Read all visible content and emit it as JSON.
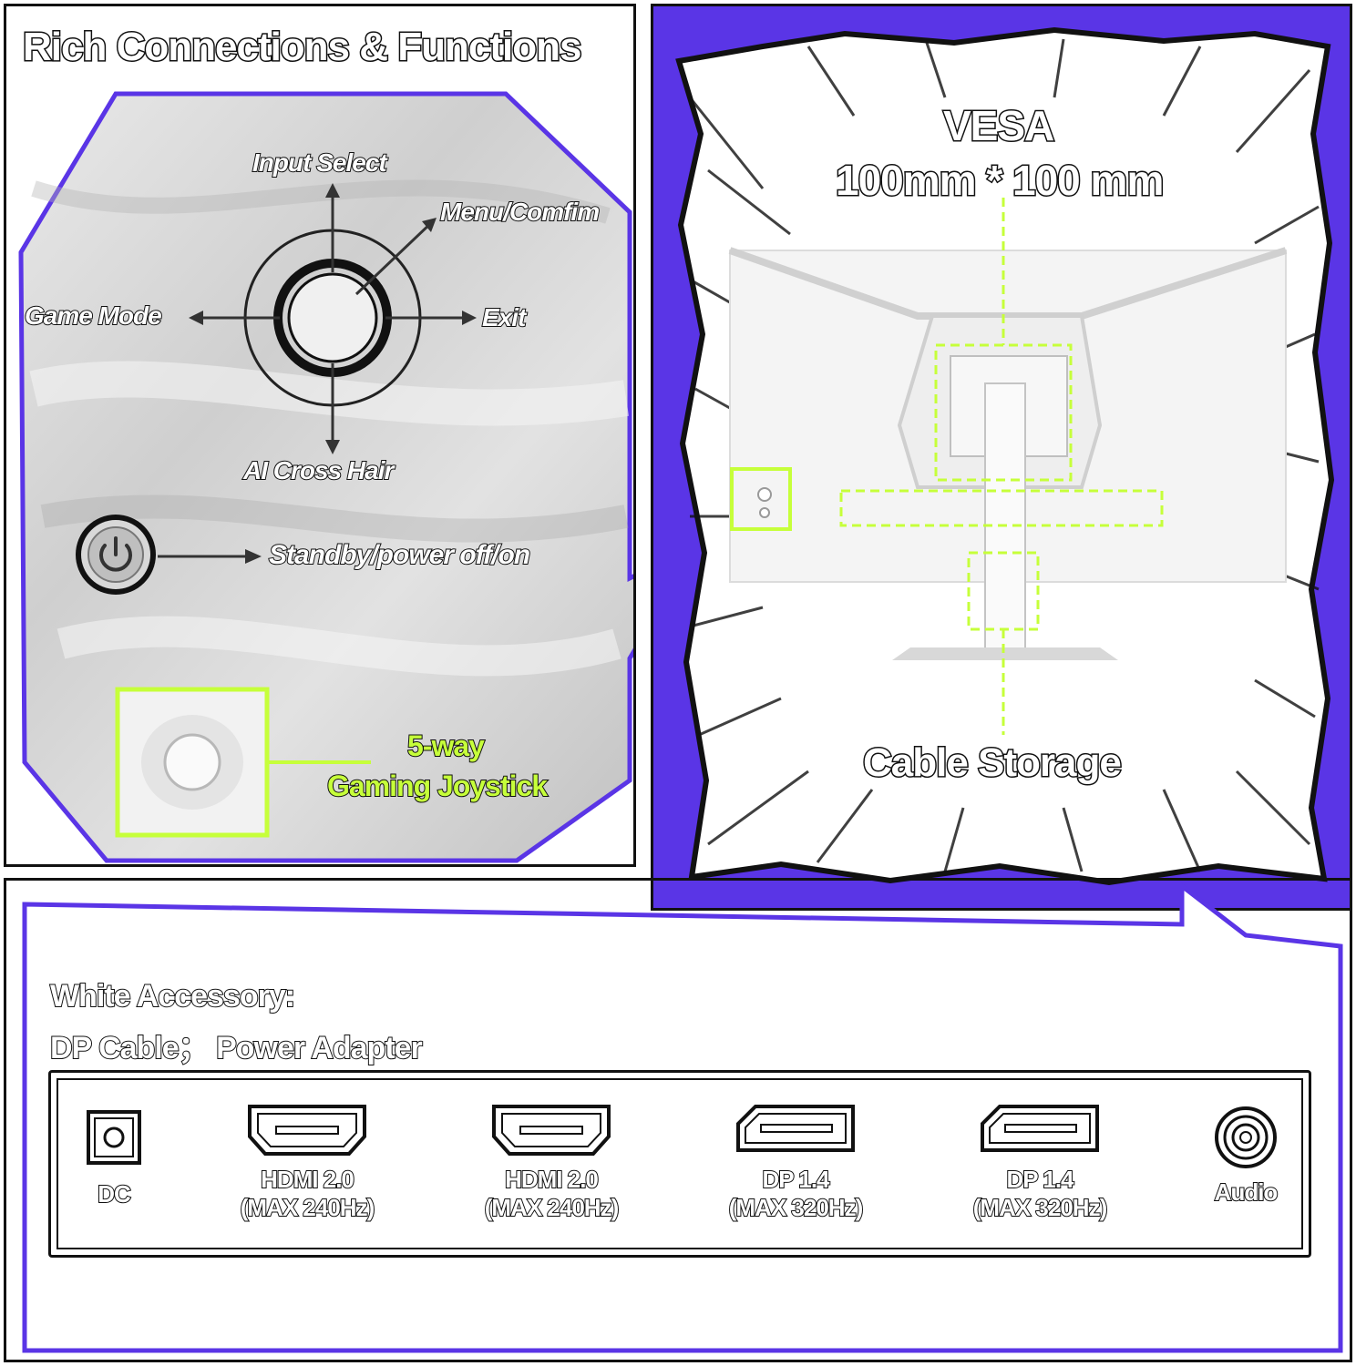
{
  "colors": {
    "accent_purple": "#5a35e6",
    "highlight_green": "#c6ff3a",
    "ink": "#111111"
  },
  "functions_panel": {
    "title": "Rich Connections & Functions",
    "joystick_directions": {
      "up": "Input Select",
      "upper_right": "Menu/Comfim",
      "left": "Game Mode",
      "right": "Exit",
      "down": "AI Cross Hair"
    },
    "power_button": {
      "icon": "power-icon",
      "label": "Standby/power off/on"
    },
    "joystick_callout": {
      "line1": "5-way",
      "line2": "Gaming Joystick"
    }
  },
  "rear_panel": {
    "vesa_title": "VESA",
    "vesa_size": "100mm * 100 mm",
    "cable_storage": "Cable Storage"
  },
  "ports_panel": {
    "accessory_line1": "White Accessory:",
    "accessory_line2": "DP Cable； Power Adapter",
    "ports": [
      {
        "icon": "dc-jack-icon",
        "label": "DC",
        "sub": ""
      },
      {
        "icon": "hdmi-port-icon",
        "label": "HDMI 2.0",
        "sub": "(MAX 240Hz)"
      },
      {
        "icon": "hdmi-port-icon",
        "label": "HDMI 2.0",
        "sub": "(MAX 240Hz)"
      },
      {
        "icon": "displayport-icon",
        "label": "DP 1.4",
        "sub": "(MAX 320Hz)"
      },
      {
        "icon": "displayport-icon",
        "label": "DP 1.4",
        "sub": "(MAX 320Hz)"
      },
      {
        "icon": "audio-jack-icon",
        "label": "Audio",
        "sub": ""
      }
    ]
  }
}
